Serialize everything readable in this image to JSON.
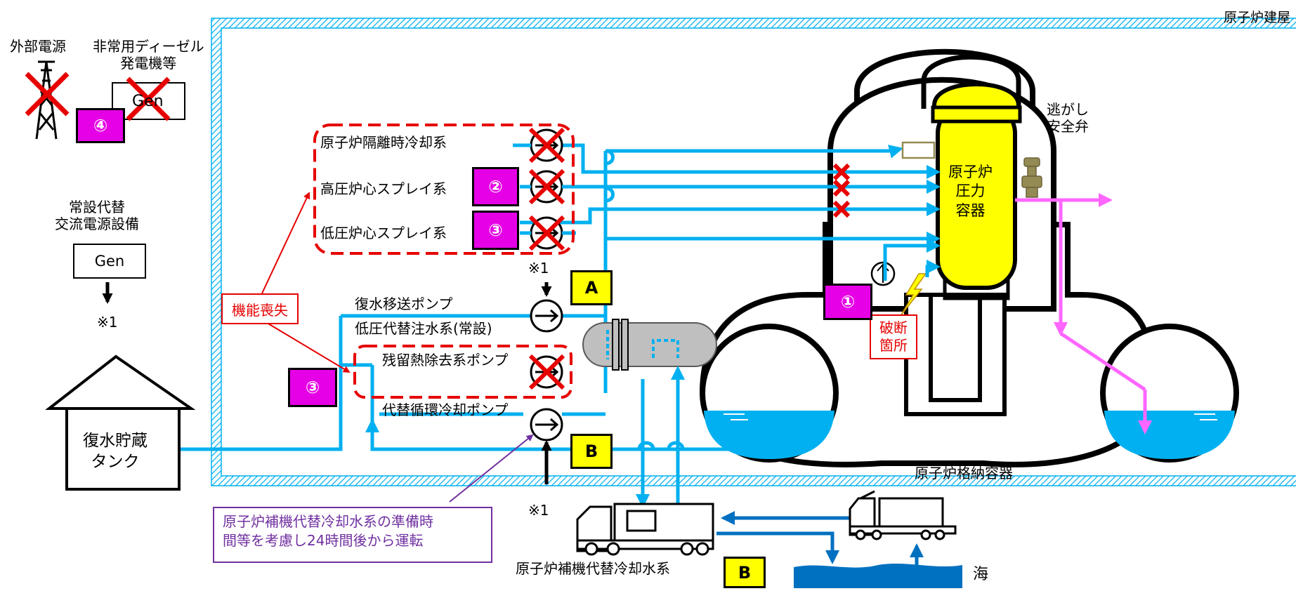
{
  "labels": {
    "reactor_building": "原子炉建屋",
    "external_power": "外部電源",
    "emergency_diesel": "非常用ディーゼル\n発電機等",
    "gen_text": "Gen",
    "permanent_ac": "常設代替\n交流電源設備",
    "ref_mark": "※1",
    "ric_system": "原子炉隔離時冷却系",
    "hpcs_system": "高圧炉心スプレイ系",
    "lpcs_system": "低圧炉心スプレイ系",
    "loss_of_function": "機能喪失",
    "condensate_pump": "復水移送ポンプ",
    "lp_alt_injection": "低圧代替注水系(常設)",
    "rhr_pump": "残留熱除去系ポンプ",
    "alt_circ_pump": "代替循環冷却ポンプ",
    "condensate_tank": "復水貯蔵\nタンク",
    "rpv": "原子炉\n圧力\n容器",
    "relief_valve": "逃がし\n安全弁",
    "break_location": "破断\n箇所",
    "pcv": "原子炉格納容器",
    "aux_cooling_system": "原子炉補機代替冷却水系",
    "aux_cooling_note": "原子炉補機代替冷却水系の準備時\n間等を考慮し24時間後から運転",
    "sea": "海"
  },
  "badges": {
    "b1": "①",
    "b2": "②",
    "b3": "③",
    "b4": "④",
    "route_a": "A",
    "route_b": "B"
  },
  "colors": {
    "water_line": "#00b0f0",
    "steam_line": "#ff66ff",
    "failure_red": "#e60000",
    "badge_magenta": "#e600e6",
    "badge_yellow": "#ffff00",
    "rpv_yellow": "#ffff00",
    "note_purple": "#7030a0",
    "sea_blue": "#0070c0"
  },
  "icons": [
    "transmission-tower-icon",
    "generator-icon",
    "pump-icon",
    "heat-exchanger-icon",
    "truck-icon",
    "lightning-icon",
    "safety-valve-icon",
    "failure-x-icon"
  ]
}
